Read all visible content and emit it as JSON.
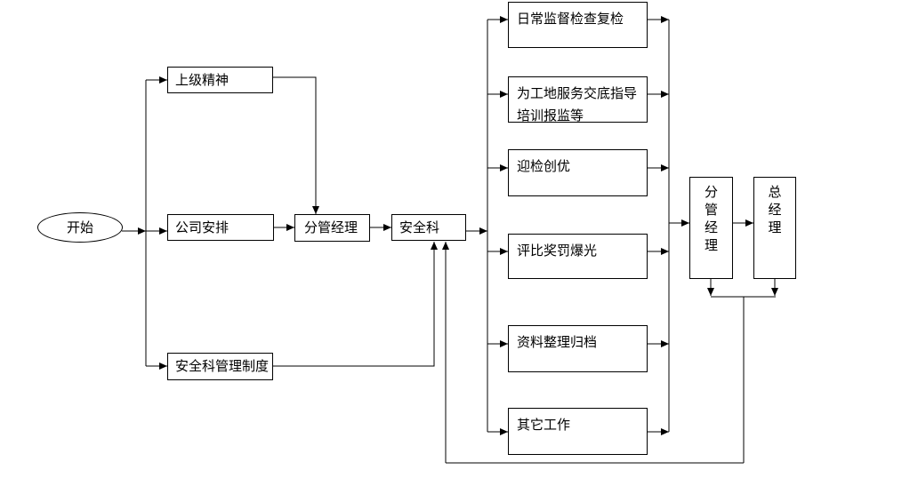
{
  "flowchart": {
    "start": "开始",
    "inputs": {
      "superior": "上级精神",
      "company": "公司安排",
      "rules": "安全科管理制度"
    },
    "process": {
      "deputy_manager": "分管经理",
      "safety_dept": "安全科"
    },
    "tasks": {
      "t1": "日常监督检查复检",
      "t2": "为工地服务交底指导培训报监等",
      "t3": "迎检创优",
      "t4": "评比奖罚爆光",
      "t5": "资料整理归档",
      "t6": "其它工作"
    },
    "review": {
      "deputy_manager": "分\n管\n经\n理",
      "general_manager": "总\n经\n理"
    }
  }
}
